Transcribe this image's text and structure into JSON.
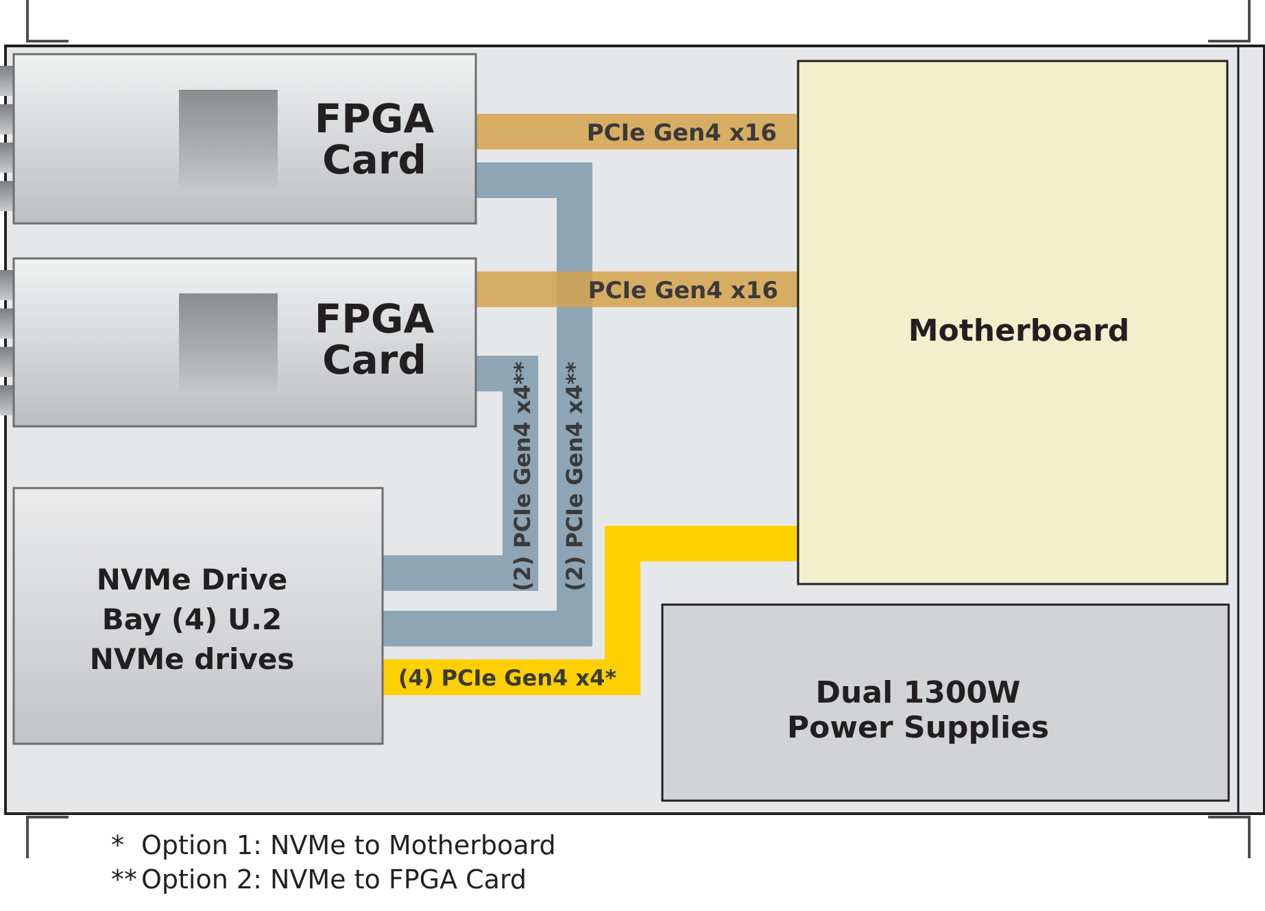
{
  "fpga_cards": [
    {
      "label_line1": "FPGA",
      "label_line2": "Card",
      "link_label": "PCIe Gen4 x16"
    },
    {
      "label_line1": "FPGA",
      "label_line2": "Card",
      "link_label": "PCIe Gen4 x16"
    }
  ],
  "motherboard": {
    "label": "Motherboard"
  },
  "nvme_bay": {
    "lines": [
      "NVMe Drive",
      "Bay (4) U.2",
      "NVMe drives"
    ]
  },
  "power_supply": {
    "lines": [
      "Dual 1300W",
      "Power Supplies"
    ]
  },
  "links": {
    "nvme_to_fpga_1": "(2) PCIe Gen4 x4**",
    "nvme_to_fpga_2": "(2) PCIe Gen4 x4**",
    "nvme_to_motherboard": "(4) PCIe Gen4 x4*"
  },
  "notes": [
    {
      "mark": "*",
      "text": "Option 1: NVMe to Motherboard"
    },
    {
      "mark": "**",
      "text": "Option 2: NVMe to FPGA Card"
    }
  ],
  "colors": {
    "chassis": "#e6e7e8",
    "fpga_link": "#d4a24c",
    "nvme_fpga_link": "#8ea5b6",
    "nvme_mb_link": "#ffd000",
    "motherboard": "#f2efcc",
    "power_supply": "#d1d3d4",
    "outline": "#231f20"
  }
}
